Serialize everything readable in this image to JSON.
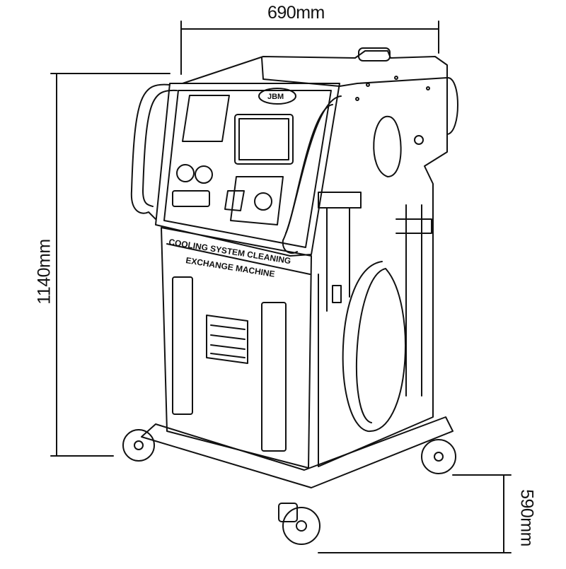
{
  "dimensions": {
    "width": "690mm",
    "height": "1140mm",
    "depth": "590mm"
  },
  "machine": {
    "brand": "JBM",
    "label_line1": "COOLING SYSTEM CLEANING",
    "label_line2": "EXCHANGE MACHINE"
  },
  "colors": {
    "line": "#111111",
    "background": "#ffffff"
  }
}
